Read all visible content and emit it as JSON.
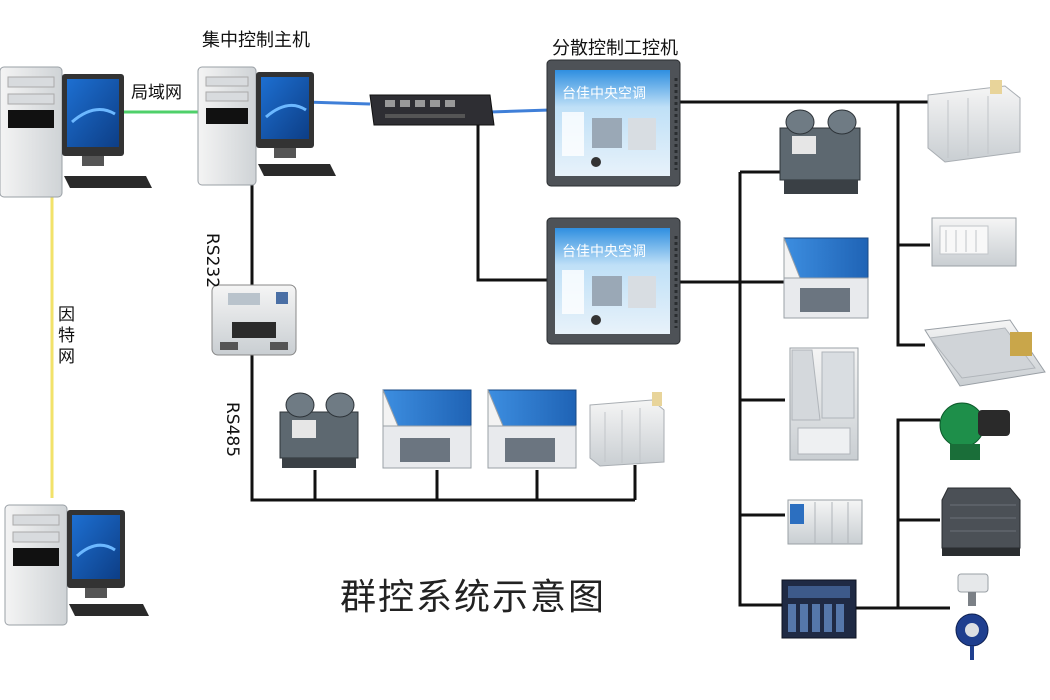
{
  "labels": {
    "central_host": "集中控制主机",
    "distributed_ipc": "分散控制工控机",
    "lan": "局域网",
    "internet": "因特网",
    "rs232": "RS232",
    "rs485": "RS485",
    "title": "群控系统示意图",
    "screen_brand": "台佳中央空调"
  },
  "colors": {
    "lan_line": "#4fd06a",
    "internet_line": "#f2e26a",
    "ethernet_line": "#3f7fd8",
    "bus_line": "#111111",
    "chiller_blue": "#2c7ad6",
    "unit_white": "#e9ecef"
  }
}
